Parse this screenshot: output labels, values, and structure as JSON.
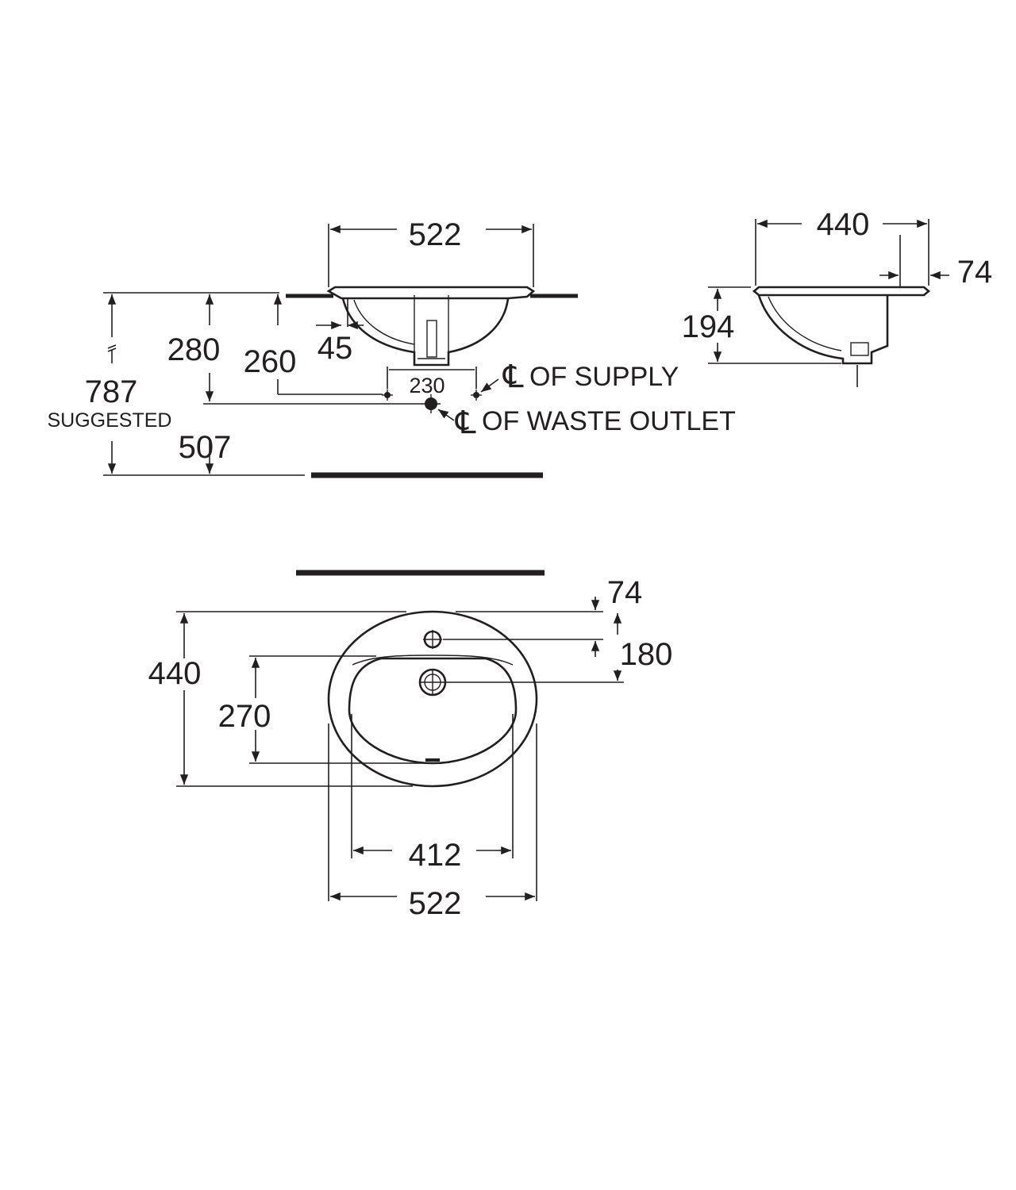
{
  "front_view": {
    "width": "522",
    "height_280": "280",
    "height_260": "260",
    "overflow_45": "45",
    "supply_spacing": "230",
    "height_787": "787",
    "suggested": "SUGGESTED",
    "height_507": "507",
    "cl_supply": "OF SUPPLY",
    "cl_waste": "OF WASTE OUTLET",
    "cl_symbol": "℄"
  },
  "side_view": {
    "depth": "440",
    "rim": "74",
    "height": "194"
  },
  "plan_view": {
    "depth": "440",
    "tap_offset": "74",
    "waste_offset": "180",
    "bowl_depth": "270",
    "bowl_width": "412",
    "overall_width": "522"
  },
  "colors": {
    "ink": "#231f20",
    "background": "#ffffff"
  }
}
